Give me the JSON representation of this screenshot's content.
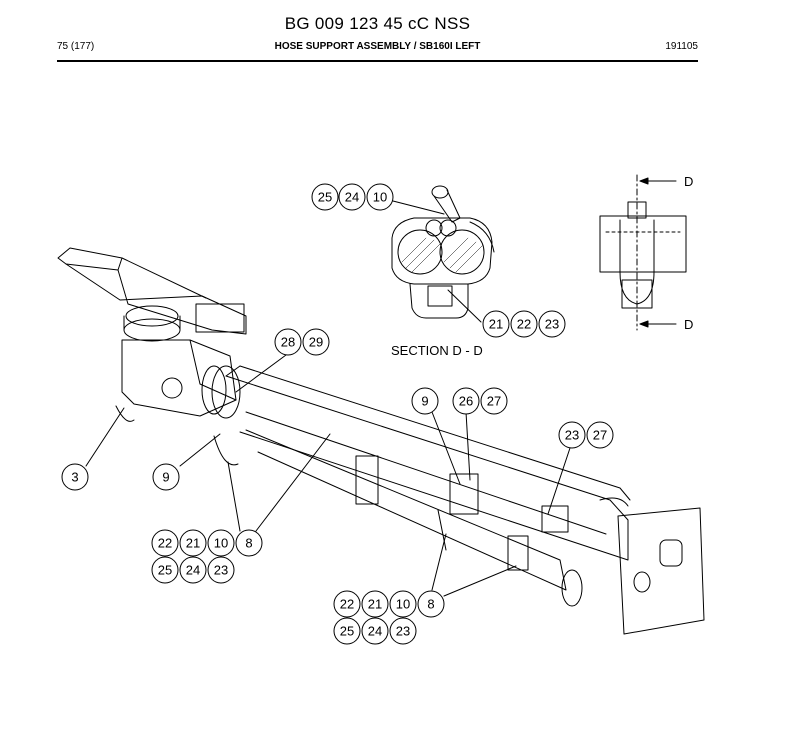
{
  "header": {
    "document_code": "BG 009 123 45 cC NSS",
    "page": "75 (177)",
    "title": "HOSE SUPPORT ASSEMBLY / SB160I LEFT",
    "date": "191105"
  },
  "section": {
    "label": "SECTION D - D",
    "cut_marks": [
      "D",
      "D"
    ]
  },
  "callouts": [
    "25",
    "24",
    "10",
    "21",
    "22",
    "23",
    "28",
    "29",
    "9",
    "26",
    "27",
    "23",
    "27",
    "3",
    "9",
    "22",
    "21",
    "10",
    "8",
    "25",
    "24",
    "23",
    "22",
    "21",
    "10",
    "8",
    "25",
    "24",
    "23"
  ]
}
